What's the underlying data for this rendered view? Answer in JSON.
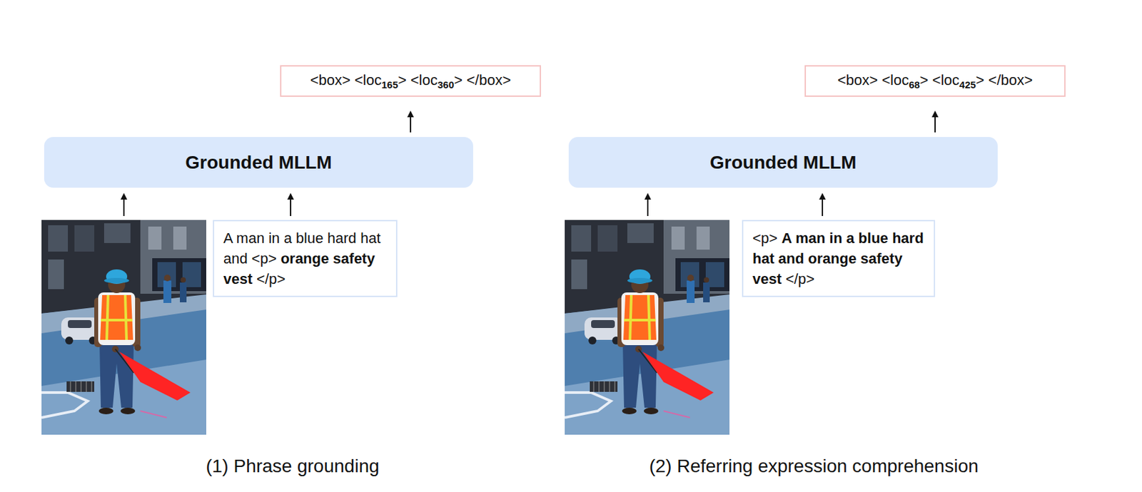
{
  "diagram": {
    "nodes": [
      {
        "text": [
          "<box> <loc165> <loc360> </box>"
        ]
      },
      {
        "text": [
          "Grounded MLLM"
        ]
      },
      {
        "text": [
          "A man in a blue hard hat and <p> orange safety vest </p>"
        ]
      },
      {
        "text": [
          "<box> <loc68> <loc425> </box>"
        ]
      },
      {
        "text": [
          "Grounded MLLM"
        ]
      },
      {
        "text": [
          "<p> A man in a blue hard hat and orange safety vest </p>"
        ]
      }
    ],
    "edges": [
      {
        "from": 2,
        "to": 1,
        "arrow": "to"
      },
      {
        "from": 1,
        "to": 0,
        "arrow": "to"
      },
      {
        "from": 5,
        "to": 4,
        "arrow": "to"
      },
      {
        "from": 4,
        "to": 3,
        "arrow": "to"
      }
    ],
    "labels": [
      "(1) Phrase grounding",
      "(2) Referring expression comprehension"
    ]
  }
}
